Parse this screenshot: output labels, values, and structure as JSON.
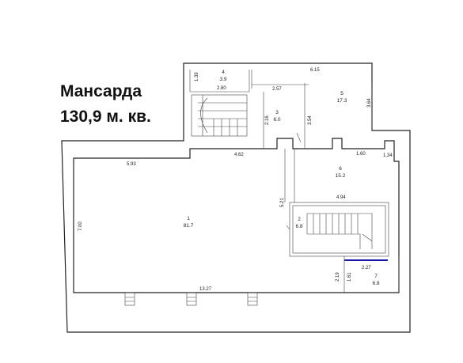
{
  "title": {
    "line1": "Мансарда",
    "line2": "130,9 м. кв."
  },
  "rooms": [
    {
      "number": "1",
      "area": "81.7"
    },
    {
      "number": "2",
      "area": "6.8"
    },
    {
      "number": "3",
      "area": "6.0"
    },
    {
      "number": "4",
      "area": "3.9"
    },
    {
      "number": "5",
      "area": "17.3"
    },
    {
      "number": "6",
      "area": "15.2"
    },
    {
      "number": "7",
      "area": "6.8"
    }
  ],
  "dimensions": {
    "d_6_15": "6.15",
    "d_2_57": "2.57",
    "d_1_39": "1.39",
    "d_2_80": "2.80",
    "d_3_64": "3.64",
    "d_2_16": "2.16",
    "d_3_54": "3.54",
    "d_5_93": "5.93",
    "d_4_62": "4.62",
    "d_1_60": "1.60",
    "d_1_34": "1.34",
    "d_7_00": "7.00",
    "d_5_21": "5.21",
    "d_4_94": "4.94",
    "d_2_27": "2.27",
    "d_1_61": "1.61",
    "d_2_19": "2.19",
    "d_13_27": "13.27"
  },
  "colors": {
    "walls": "#222222",
    "stair_edge": "#1a1aa6"
  }
}
